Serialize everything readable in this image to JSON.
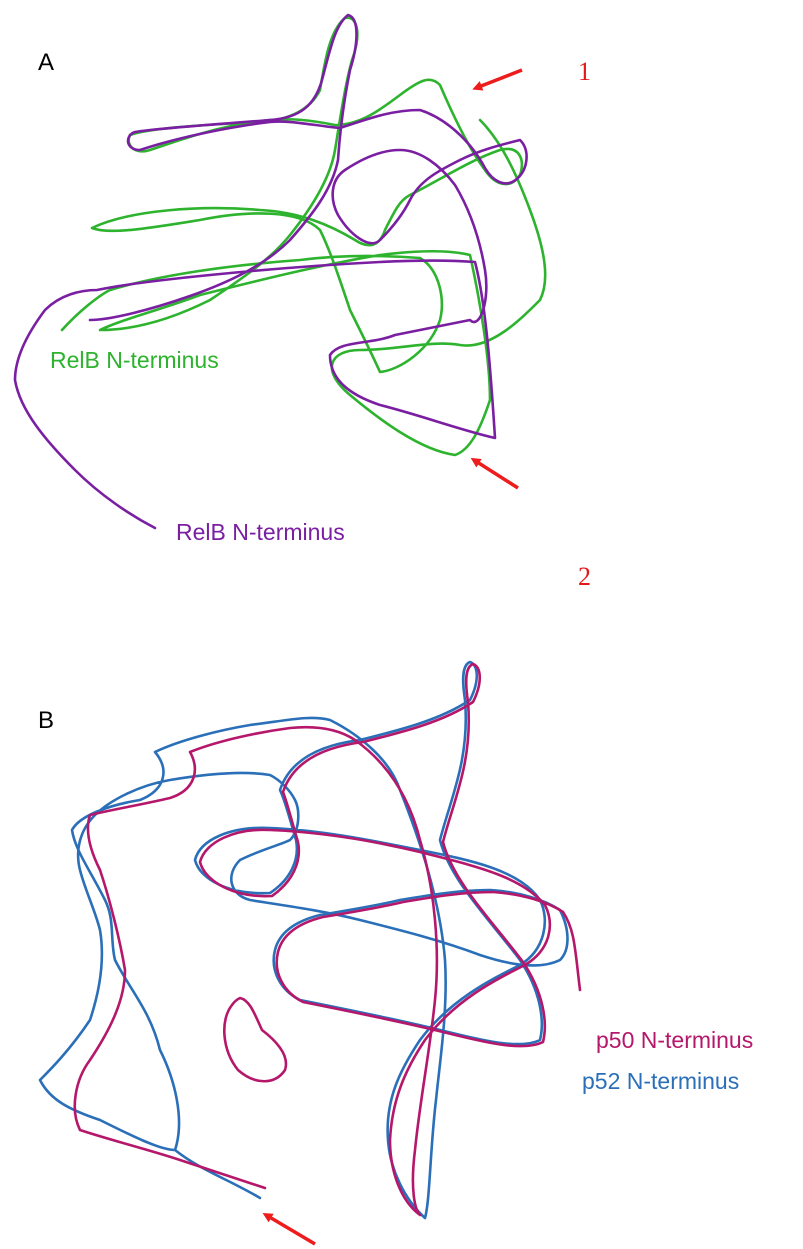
{
  "panel_a": {
    "letter": "A",
    "marker_top": "1",
    "marker_bottom": "2",
    "label_green": "RelB N-terminus",
    "label_purple": "RelB N-terminus",
    "color_green": "#2db32d",
    "color_purple": "#7a1fa2"
  },
  "panel_b": {
    "letter": "B",
    "label_p50": "p50 N-terminus",
    "label_p52": "p52 N-terminus",
    "color_p50": "#b5176b",
    "color_p52": "#2a6fb8"
  },
  "arrow_color": "#ee1c1c",
  "marker_color": "#e41a1a"
}
